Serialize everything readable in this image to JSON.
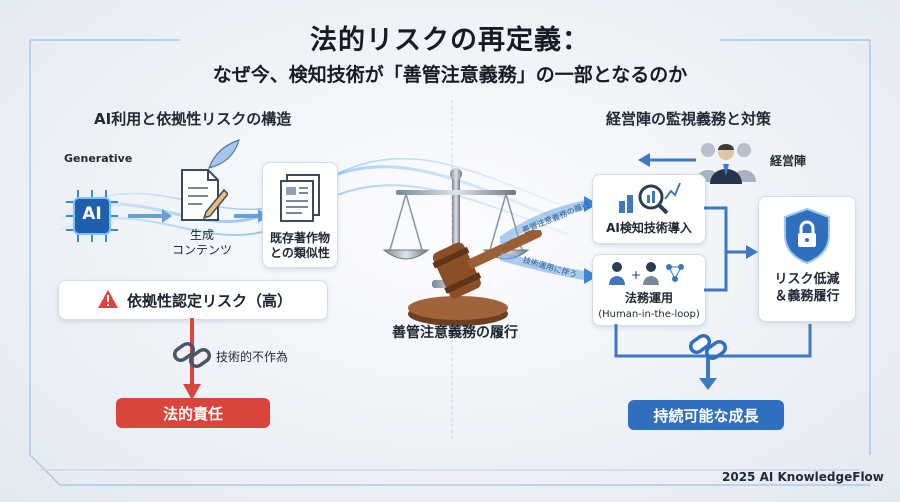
{
  "title": "法的リスクの再定義：",
  "subtitle": "なぜ今、検知技術が「善管注意義務」の一部となるのか",
  "left": {
    "heading": "AI利用と依拠性リスクの構造",
    "generative_label": "Generative",
    "ai_chip_text": "AI",
    "generated_content": "生成\nコンテンツ",
    "existing_works": "既存著作物\nとの類似性",
    "risk_label": "依拠性認定リスク（高）",
    "inaction_label": "技術的不作為",
    "result_label": "法的責任"
  },
  "center": {
    "duty_label": "善管注意義務の履行",
    "stream_upper": "善管注意義務の履行",
    "stream_lower": "技術運用に伴う"
  },
  "right": {
    "heading": "経営陣の監視義務と対策",
    "management_label": "経営陣",
    "ai_detection": "AI検知技術導入",
    "legal_ops": "法務運用",
    "legal_ops_sub": "(Human-in-the-loop)",
    "risk_reduction": "リスク低減\n＆義務履行",
    "growth_label": "持続可能な成長"
  },
  "footer": "2025 AI KnowledgeFlow",
  "colors": {
    "danger": "#d9453d",
    "primary": "#2f6fbd",
    "accent": "#4a8fd8"
  }
}
